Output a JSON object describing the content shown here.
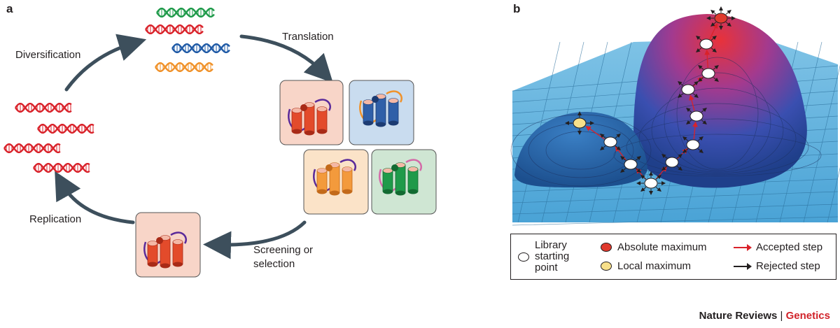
{
  "panel_a": {
    "letter": "a",
    "steps": {
      "diversification": "Diversification",
      "translation": "Translation",
      "screening": "Screening or",
      "selection": "selection",
      "replication": "Replication"
    }
  },
  "panel_b": {
    "letter": "b"
  },
  "legend": {
    "library_line1": "Library",
    "library_line2": "starting",
    "library_line3": "point",
    "absolute_maximum": "Absolute maximum",
    "local_maximum": "Local maximum",
    "accepted_step": "Accepted step",
    "rejected_step": "Rejected step",
    "colors": {
      "library": "#ffffff",
      "absolute": "#e03a2e",
      "local": "#f7e08a",
      "accepted": "#d9222a",
      "rejected": "#231f20"
    }
  },
  "footer": {
    "journal": "Nature Reviews",
    "separator": "|",
    "section": "Genetics"
  },
  "colors": {
    "red": "#d9222a",
    "green": "#1f9a4a",
    "blue": "#1f5aa6",
    "orange": "#f0922a",
    "arrow": "#3d4f5c"
  }
}
